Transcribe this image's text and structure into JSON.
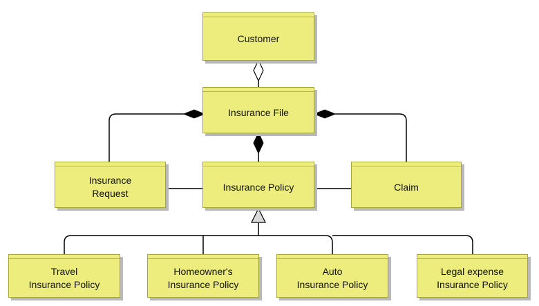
{
  "classes": {
    "customer": "Customer",
    "insurance_file": "Insurance File",
    "insurance_request": "Insurance\nRequest",
    "insurance_policy": "Insurance Policy",
    "claim": "Claim",
    "travel_policy": "Travel\nInsurance Policy",
    "homeowners_policy": "Homeowner's\nInsurance Policy",
    "auto_policy": "Auto\nInsurance Policy",
    "legal_expense_policy": "Legal expense\nInsurance Policy"
  },
  "colors": {
    "class_fill": "#eded7e",
    "class_border": "#a6a63c",
    "line": "#000000",
    "aggregation_diamond": "#ffffff",
    "composition_diamond": "#000000",
    "generalization_triangle": "#d9d9d9"
  }
}
